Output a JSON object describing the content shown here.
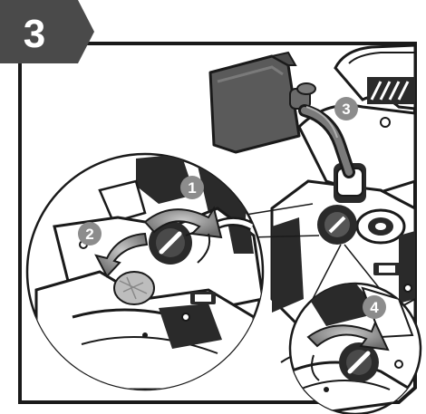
{
  "step": {
    "number": "3"
  },
  "callouts": [
    {
      "number": "1"
    },
    {
      "number": "2"
    },
    {
      "number": "3"
    },
    {
      "number": "4"
    }
  ],
  "colors": {
    "badge": "#4a4a4a",
    "frame": "#1a1a1a",
    "callout": "#8c8c8c",
    "canister": "#5a5a5a",
    "machine_dark": "#2a2a2a",
    "arrow_fill": "#9a9a9a"
  },
  "icons": [
    "fuel-canister-icon",
    "fuel-hose-icon",
    "fuel-cap-icon",
    "rotate-arrow-icon",
    "fuel-filter-icon"
  ]
}
